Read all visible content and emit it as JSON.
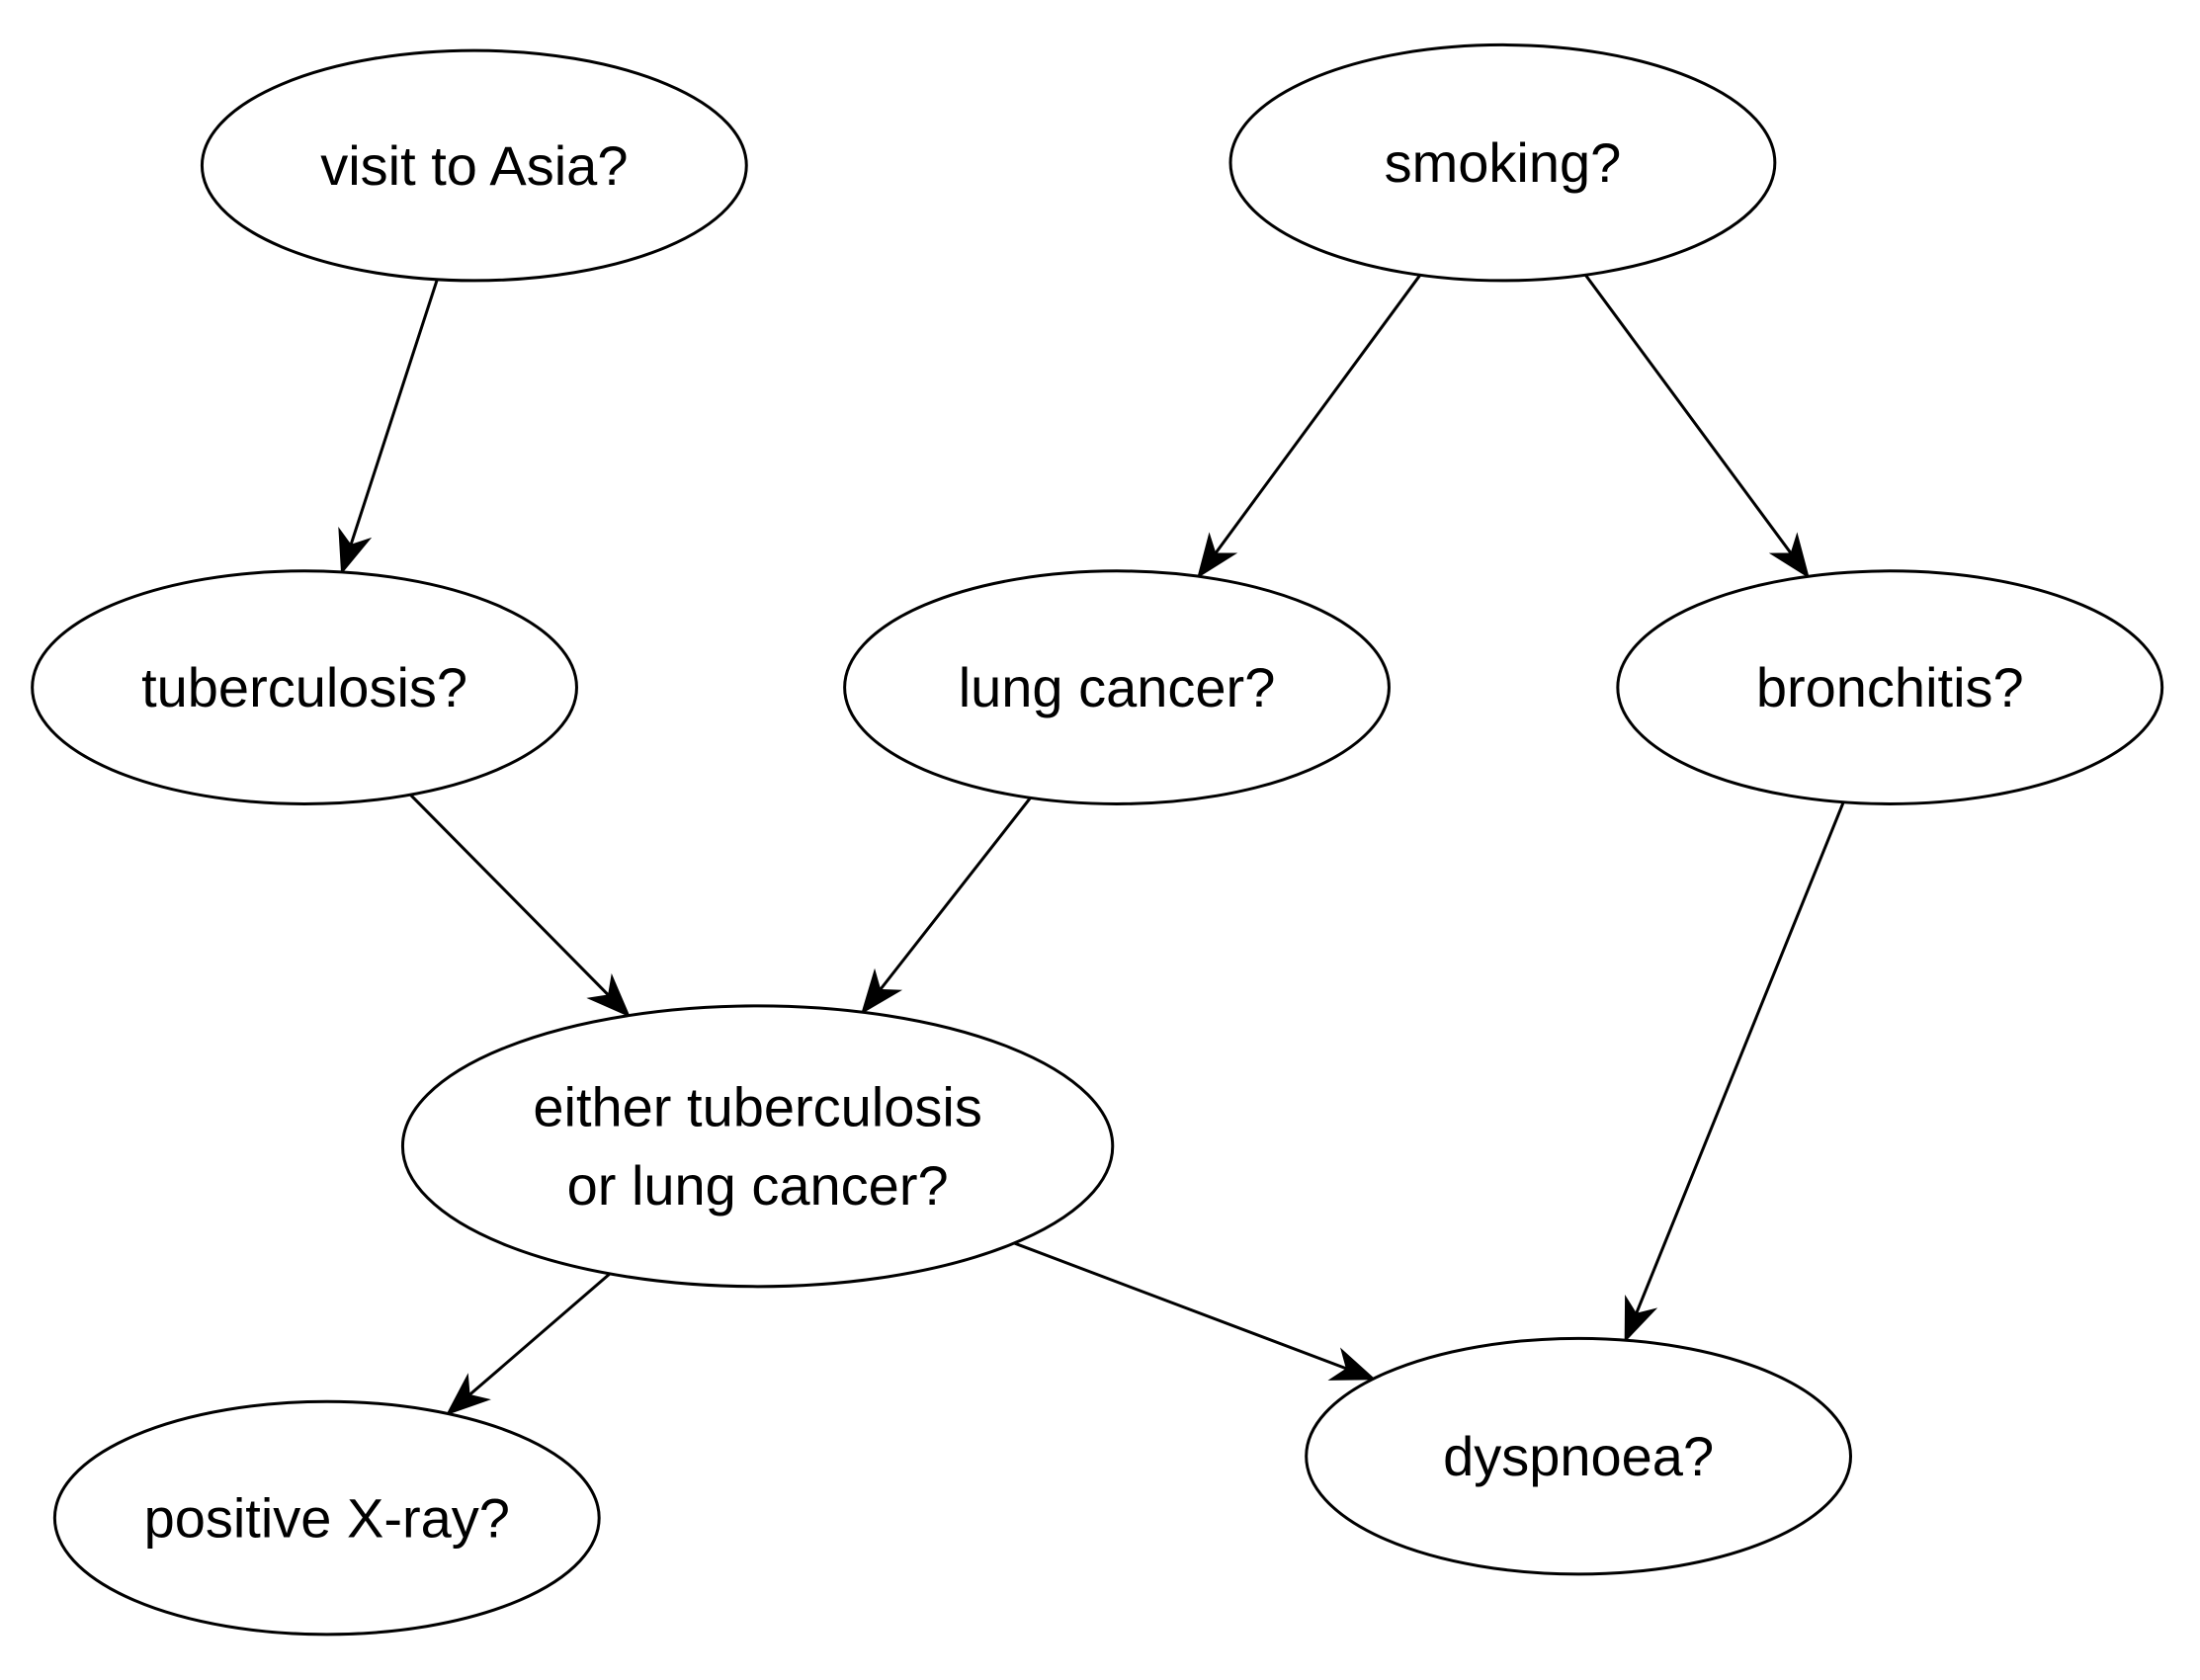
{
  "diagram": {
    "nodes": [
      {
        "id": "asia",
        "lines": [
          "visit to Asia?"
        ]
      },
      {
        "id": "smoking",
        "lines": [
          "smoking?"
        ]
      },
      {
        "id": "tuberculosis",
        "lines": [
          "tuberculosis?"
        ]
      },
      {
        "id": "lung_cancer",
        "lines": [
          "lung cancer?"
        ]
      },
      {
        "id": "bronchitis",
        "lines": [
          "bronchitis?"
        ]
      },
      {
        "id": "either",
        "lines": [
          "either tuberculosis",
          "or lung cancer?"
        ]
      },
      {
        "id": "xray",
        "lines": [
          "positive X-ray?"
        ]
      },
      {
        "id": "dyspnoea",
        "lines": [
          "dyspnoea?"
        ]
      }
    ],
    "edges": [
      {
        "from": "asia",
        "to": "tuberculosis"
      },
      {
        "from": "smoking",
        "to": "lung_cancer"
      },
      {
        "from": "smoking",
        "to": "bronchitis"
      },
      {
        "from": "tuberculosis",
        "to": "either"
      },
      {
        "from": "lung_cancer",
        "to": "either"
      },
      {
        "from": "either",
        "to": "xray"
      },
      {
        "from": "either",
        "to": "dyspnoea"
      },
      {
        "from": "bronchitis",
        "to": "dyspnoea"
      }
    ]
  }
}
